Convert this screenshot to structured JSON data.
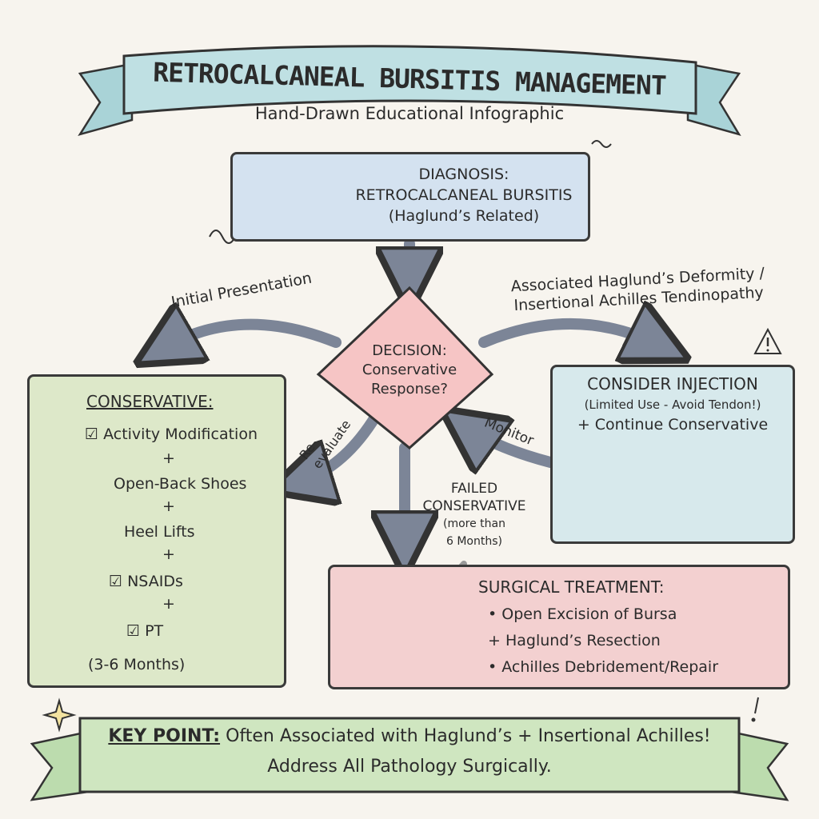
{
  "title": "RETROCALCANEAL BURSITIS MANAGEMENT",
  "subtitle": "Hand-Drawn Educational Infographic",
  "diagnosis": {
    "line1": "DIAGNOSIS:",
    "line2": "RETROCALCANEAL BURSITIS",
    "line3": "(Haglund’s Related)"
  },
  "labels": {
    "initial": "Initial Presentation",
    "associated_1": "Associated Haglund’s Deformity /",
    "associated_2": "Insertional Achilles Tendinopathy",
    "reevaluate_1": "Re-",
    "reevaluate_2": "evaluate",
    "monitor": "Monitor",
    "failed_1": "FAILED",
    "failed_2": "CONSERVATIVE",
    "failed_3": "(more than",
    "failed_4": "6 Months)"
  },
  "decision": {
    "line1": "DECISION:",
    "line2": "Conservative",
    "line3": "Response?"
  },
  "conservative": {
    "heading": "CONSERVATIVE:",
    "items": [
      "Activity Modification",
      "Open-Back Shoes",
      "Heel Lifts",
      "NSAIDs",
      "PT"
    ],
    "plus": "+",
    "check": "☑",
    "duration": "(3-6 Months)"
  },
  "injection": {
    "heading": "CONSIDER INJECTION",
    "note": "(Limited Use - Avoid Tendon!)",
    "continue": "+ Continue Conservative",
    "warning_glyph": "!"
  },
  "surgical": {
    "heading": "SURGICAL TREATMENT:",
    "items": [
      "• Open Excision of Bursa",
      "+ Haglund’s Resection",
      "• Achilles Debridement/Repair"
    ]
  },
  "key_point": {
    "label": "KEY POINT:",
    "line1": "Often Associated with Haglund’s + Insertional Achilles!",
    "line2": "Address All Pathology Surgically."
  },
  "colors": {
    "banner_blue": "#bfe0e3",
    "diagnosis_blue": "#d4e2f0",
    "decision_pink": "#f6c5c5",
    "conservative_green": "#dde8c9",
    "injection_teal": "#d7e9ec",
    "surgical_pink": "#f3d0d0",
    "key_green": "#cfe6c0",
    "arrow_gray": "#7c8597",
    "warning_red": "#e05050"
  }
}
